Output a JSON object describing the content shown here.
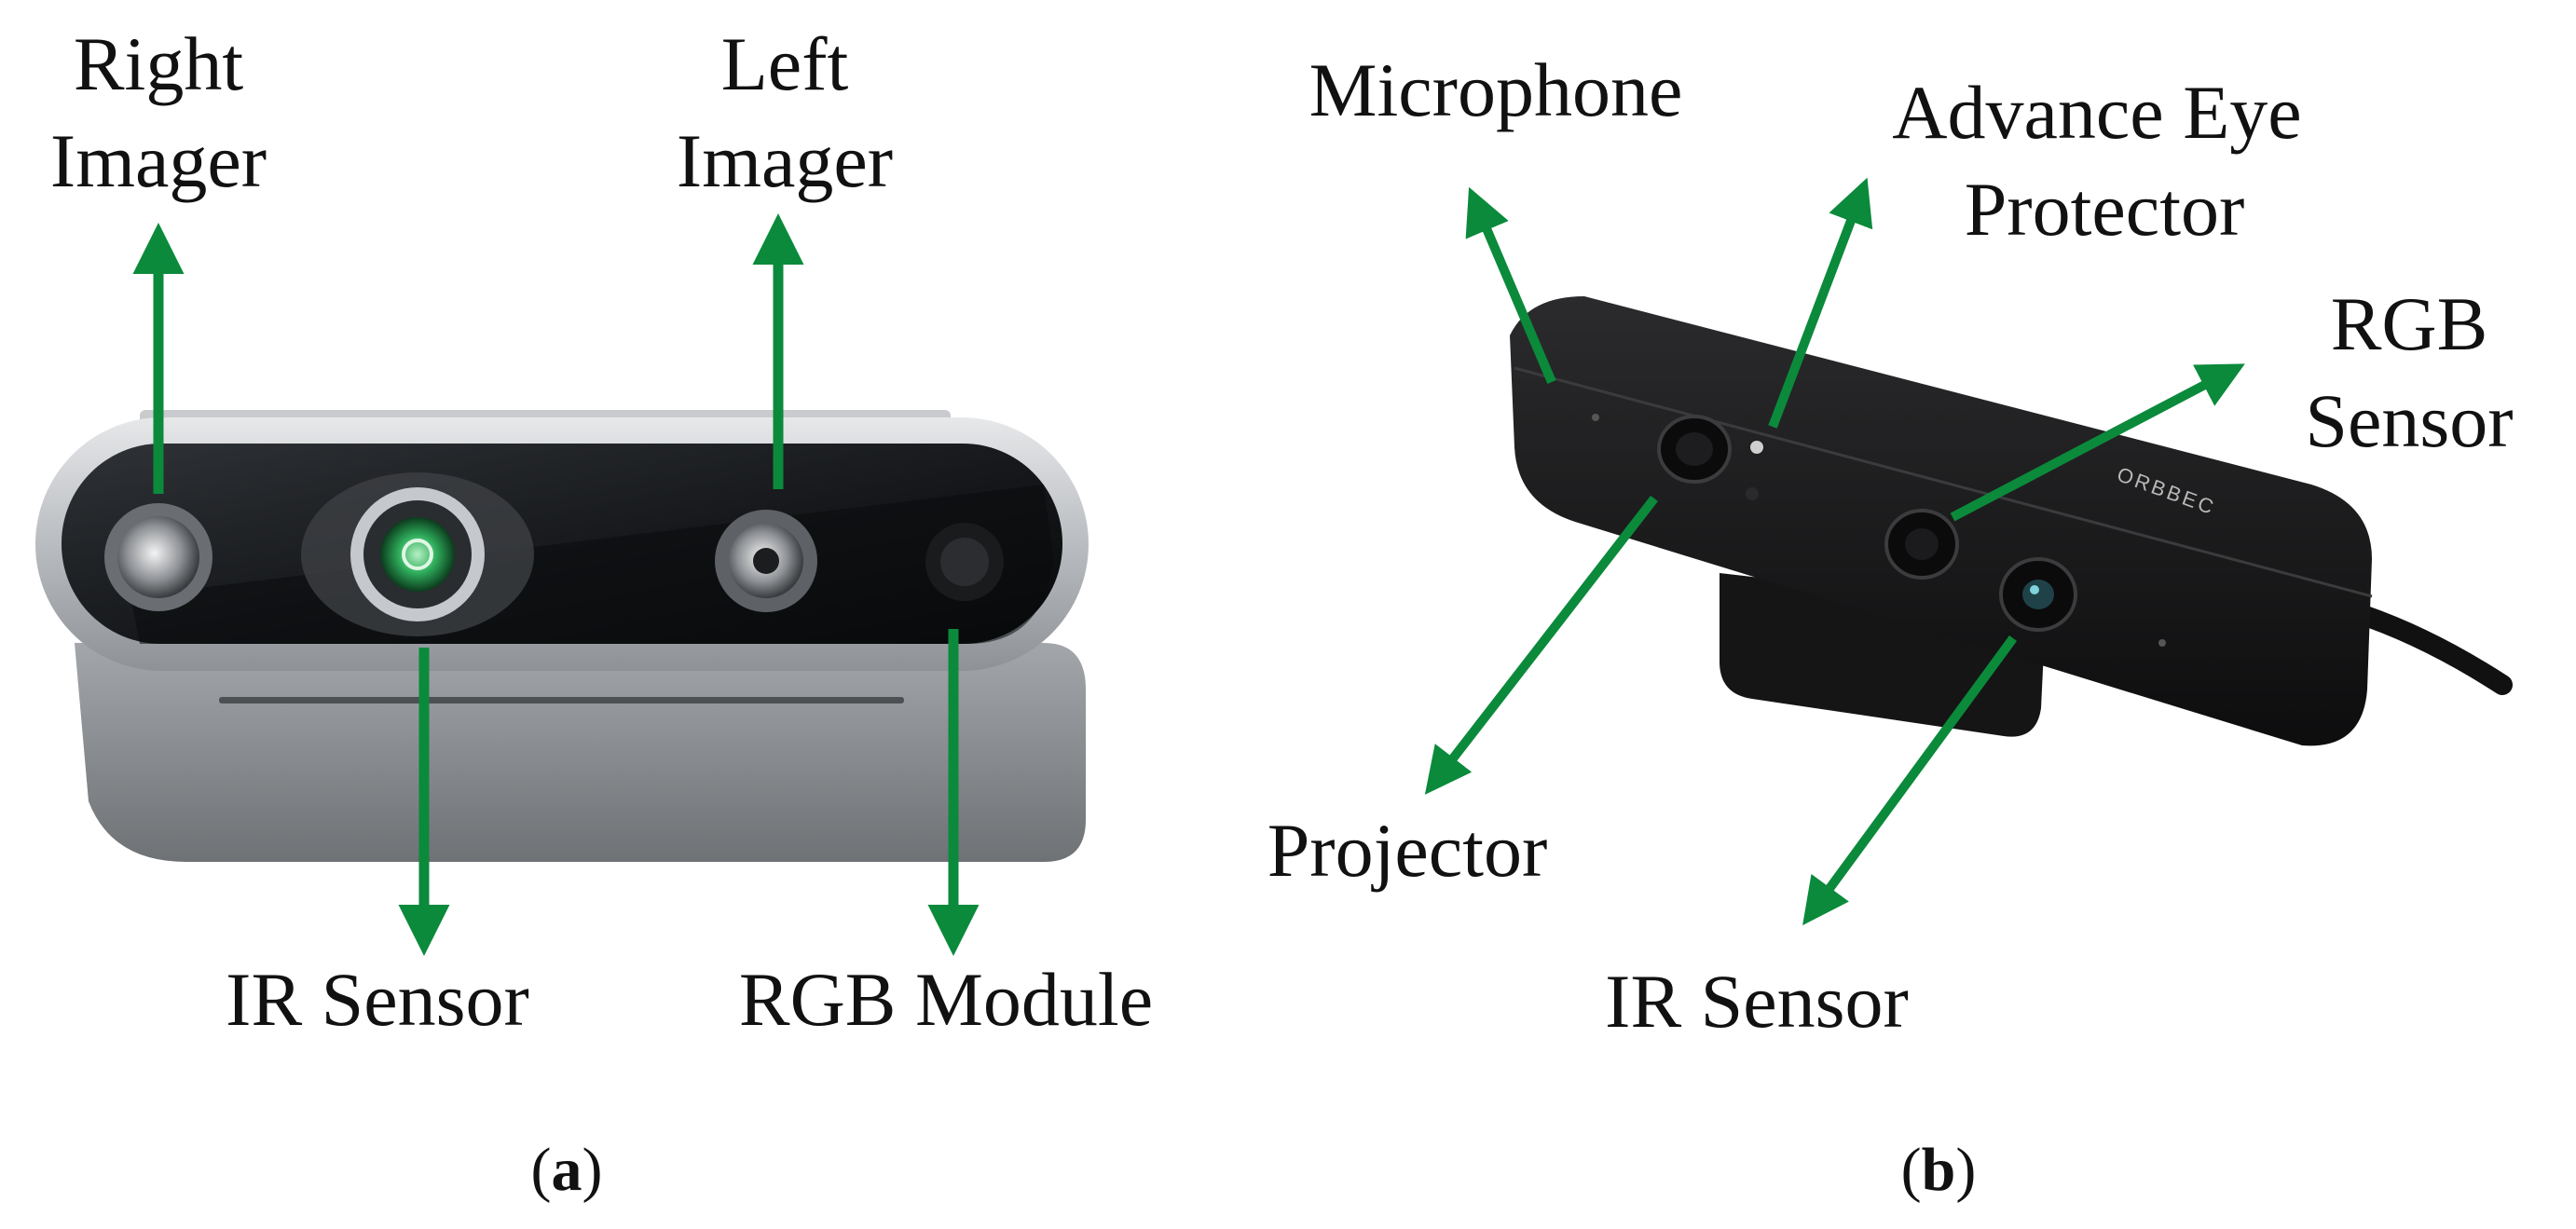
{
  "colors": {
    "arrow": "#0b8a3b",
    "text": "#111111",
    "camera_a_shell": "#b9bcc0",
    "camera_b_body": "#1a1a1a"
  },
  "panel_a": {
    "camera_icon": "intel-realsense-depth-camera",
    "labels": {
      "right_imager_1": "Right",
      "right_imager_2": "Imager",
      "left_imager_1": "Left",
      "left_imager_2": "Imager",
      "ir_sensor": "IR Sensor",
      "rgb_module": "RGB Module"
    },
    "caption": {
      "open": "(",
      "letter": "a",
      "close": ")"
    }
  },
  "panel_b": {
    "camera_icon": "orbbec-depth-camera",
    "brand": "ORBBEC",
    "labels": {
      "microphone": "Microphone",
      "advance_eye_1": "Advance Eye",
      "advance_eye_2": "Protector",
      "rgb_sensor_1": "RGB",
      "rgb_sensor_2": "Sensor",
      "projector": "Projector",
      "ir_sensor": "IR Sensor"
    },
    "caption": {
      "open": "(",
      "letter": "b",
      "close": ")"
    }
  }
}
